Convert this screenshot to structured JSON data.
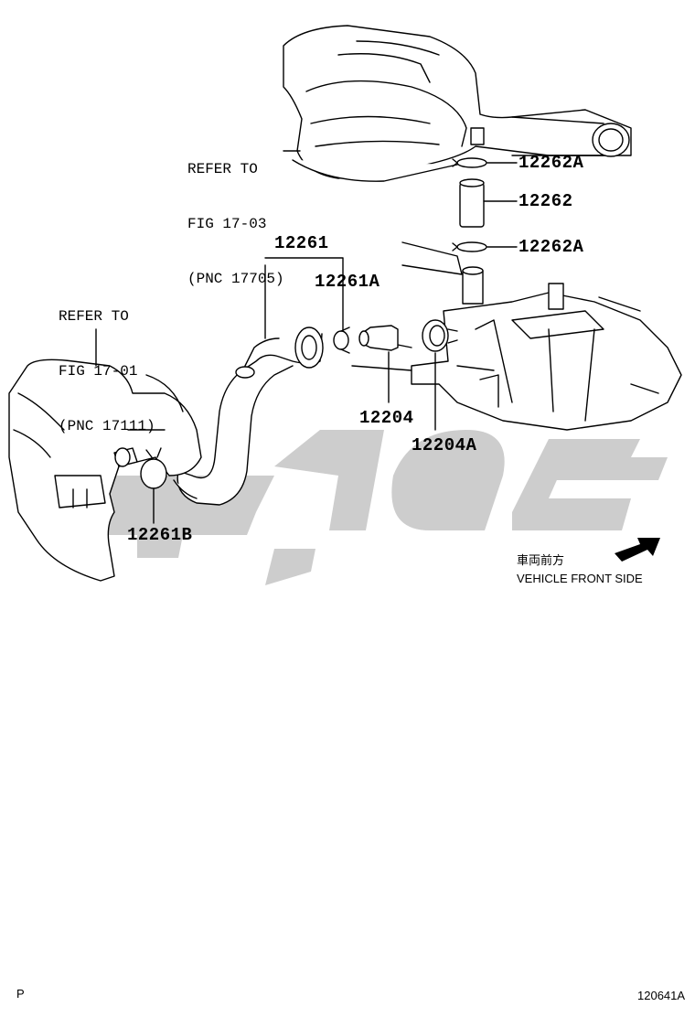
{
  "refs": [
    {
      "id": "ref-17-03",
      "lines": [
        "REFER TO",
        "FIG 17-03",
        "(PNC 17705)"
      ]
    },
    {
      "id": "ref-17-01",
      "lines": [
        "REFER TO",
        "FIG 17-01",
        "(PNC 17111)"
      ]
    }
  ],
  "parts": {
    "p12262A_top": "12262A",
    "p12262": "12262",
    "p12262A_bottom": "12262A",
    "p12261": "12261",
    "p12261A": "12261A",
    "p12204": "12204",
    "p12204A": "12204A",
    "p12261B": "12261B"
  },
  "direction": {
    "jp": "車両前方",
    "en": "VEHICLE FRONT SIDE",
    "arrow_icon": "arrow-up-right"
  },
  "footer": {
    "left": "P",
    "right": "120641A"
  },
  "watermark": {
    "color": "#c8c8c8"
  }
}
